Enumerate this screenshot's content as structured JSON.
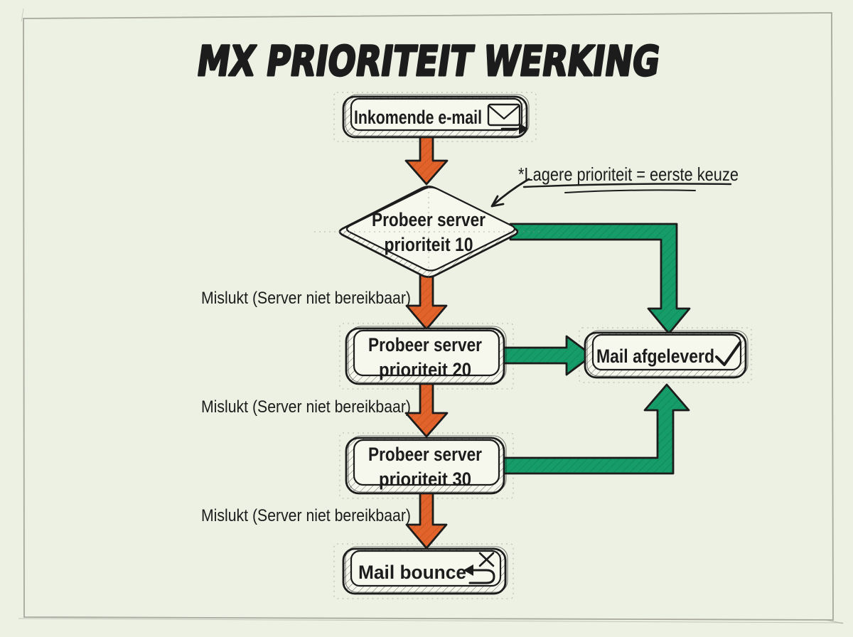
{
  "title": "MX PRIORITEIT WERKING",
  "note": {
    "text": "*Lagere prioriteit = eerste keuze"
  },
  "nodes": {
    "incoming": {
      "label": "Inkomende e-mail"
    },
    "priority10": {
      "line1": "Probeer server",
      "line2": "prioriteit 10"
    },
    "priority20": {
      "line1": "Probeer server",
      "line2": "prioriteit 20"
    },
    "priority30": {
      "line1": "Probeer server",
      "line2": "prioriteit 30"
    },
    "delivered": {
      "label": "Mail afgeleverd"
    },
    "bounce": {
      "label": "Mail bounce"
    }
  },
  "edges": {
    "fail1": "Mislukt (Server niet bereikbaar)",
    "fail2": "Mislukt (Server niet bereikbaar)",
    "fail3": "Mislukt (Server niet bereikbaar)"
  },
  "icons": {
    "incoming": "envelope-forward-icon",
    "delivered": "checkmark-icon",
    "bounce": "bounce-return-icon"
  },
  "colors": {
    "background": "#ecf1e3",
    "box_fill": "#f6f8ee",
    "outline": "#1c1c1c",
    "orange": "#e2622b",
    "green": "#169c68",
    "frame": "#a8a89e",
    "guide": "#969b8c"
  }
}
